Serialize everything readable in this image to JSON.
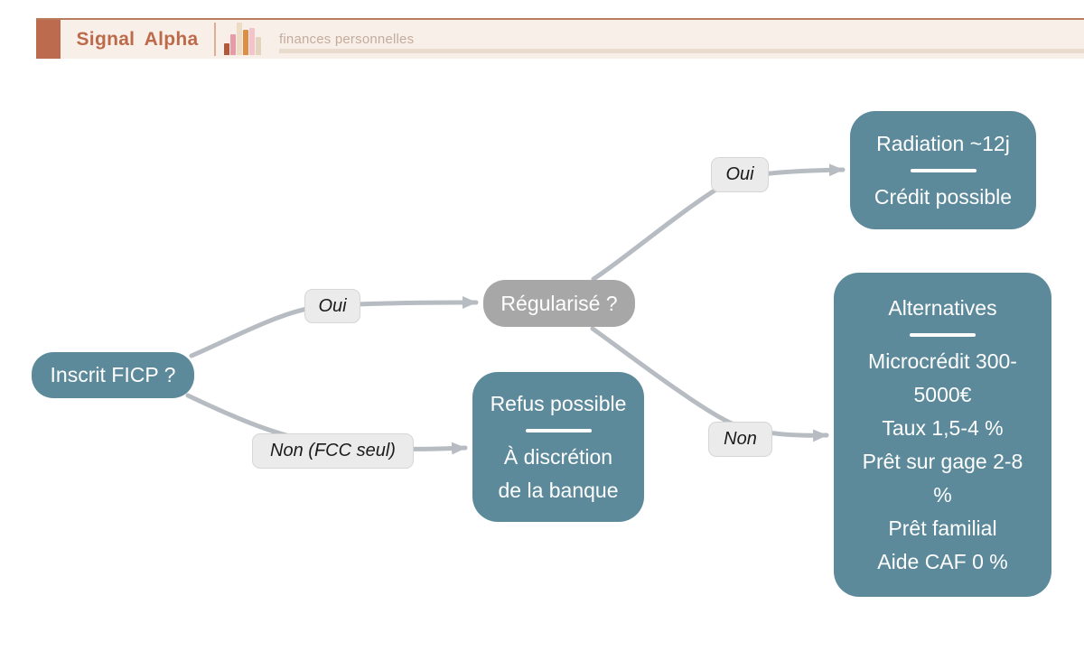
{
  "header": {
    "brand": "Signal Alpha",
    "topic": "finances personnelles",
    "logo_icon": "bar-chart-icon",
    "colors": {
      "accent": "#bd6b4e",
      "header_bg": "#f8efe9",
      "header_top_border": "#b97a5e",
      "topic_text": "#c4ab9c",
      "topic_underline": "#e9dbce"
    }
  },
  "flowchart": {
    "colors": {
      "node_teal": "#5c8a9b",
      "node_gray": "#a7a7a7",
      "edge": "#b6bcc2",
      "node_text": "#ffffff",
      "label_bg": "#ebebeb"
    },
    "nodes": {
      "inscrit": {
        "label": "Inscrit FICP ?"
      },
      "regularise": {
        "label": "Régularisé ?"
      },
      "radiation": {
        "title": "Radiation ~12j",
        "lines": [
          "Crédit possible"
        ]
      },
      "refus": {
        "title": "Refus possible",
        "lines": [
          "À discrétion de la banque"
        ]
      },
      "alternatives": {
        "title": "Alternatives",
        "lines": [
          "Microcrédit 300-5000€",
          "Taux 1,5-4 %",
          "Prêt sur gage 2-8 %",
          "Prêt familial",
          "Aide CAF 0 %"
        ]
      }
    },
    "edges": [
      {
        "from": "inscrit",
        "to": "regularise",
        "label": "Oui"
      },
      {
        "from": "inscrit",
        "to": "refus",
        "label": "Non (FCC seul)"
      },
      {
        "from": "regularise",
        "to": "radiation",
        "label": "Oui"
      },
      {
        "from": "regularise",
        "to": "alternatives",
        "label": "Non"
      }
    ]
  }
}
